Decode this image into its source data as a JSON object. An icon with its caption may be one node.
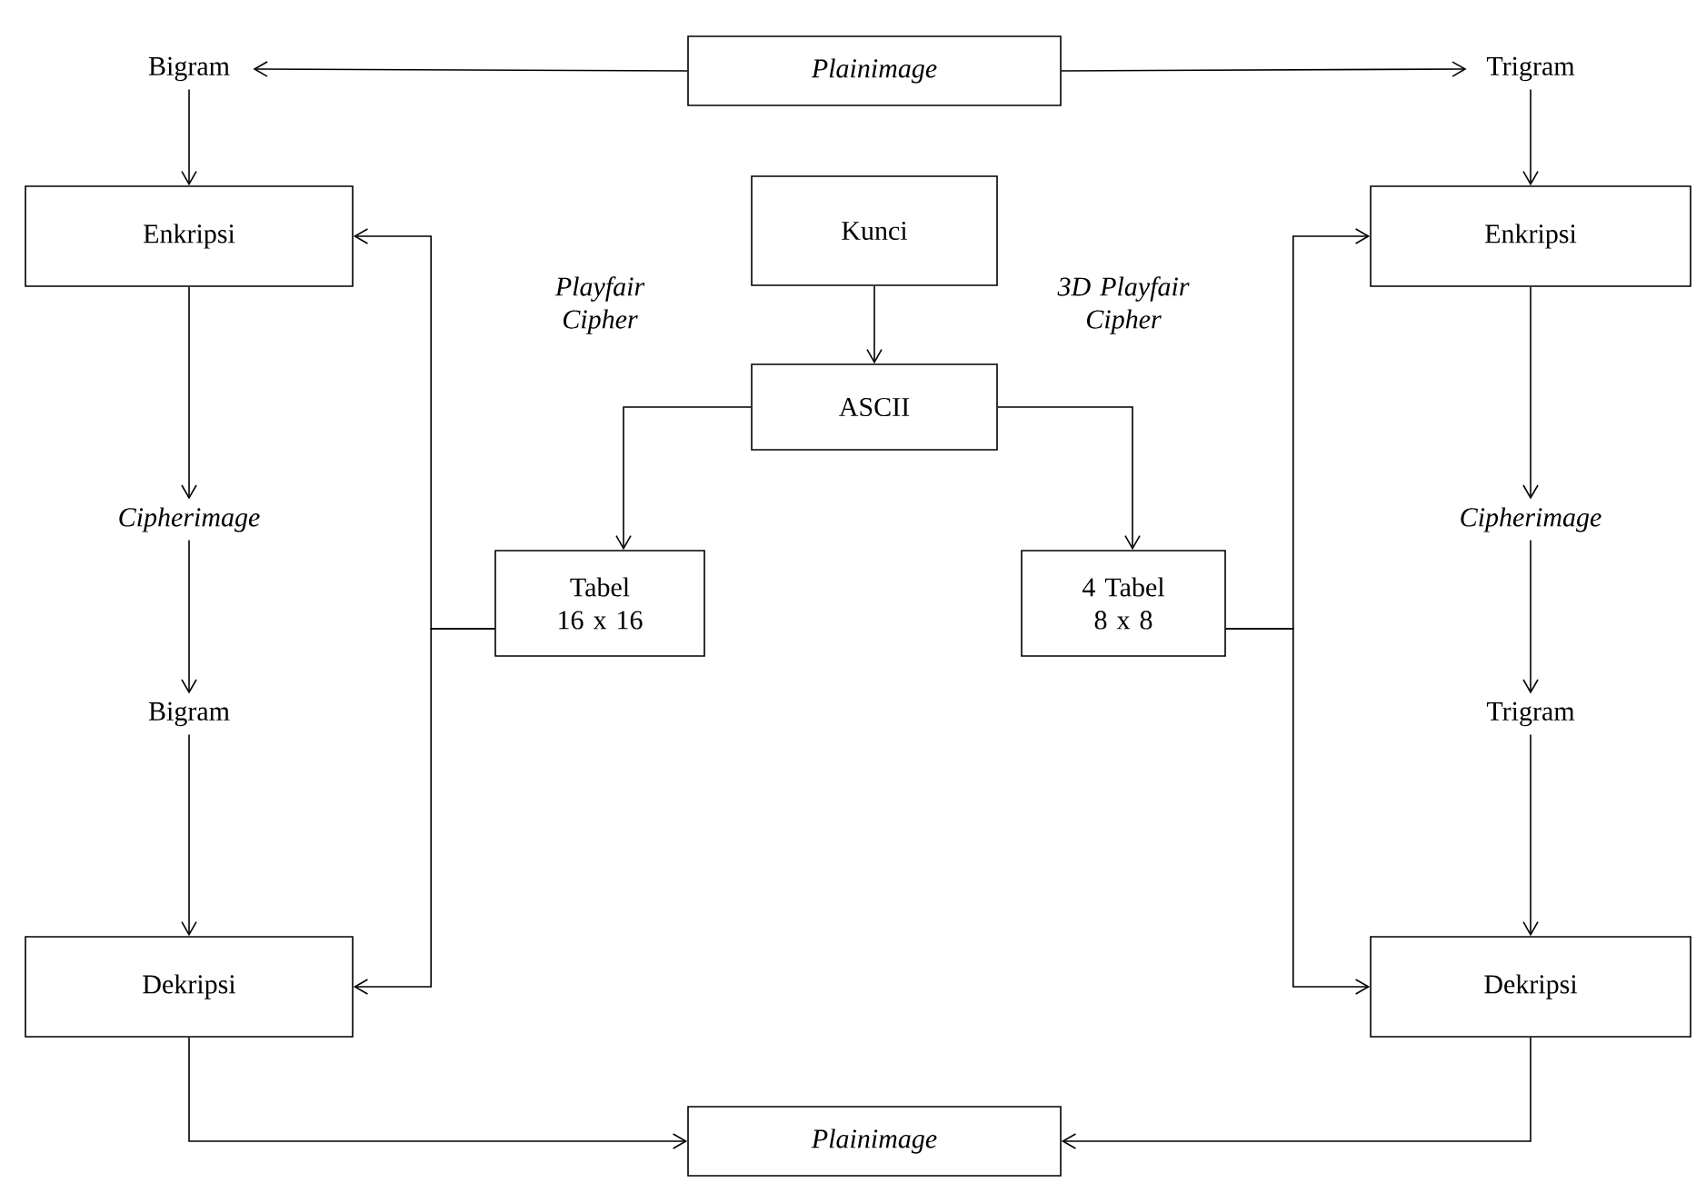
{
  "diagram": {
    "nodes": [
      {
        "text": [
          "Plainimage"
        ]
      },
      {
        "text": [
          "Bigram"
        ]
      },
      {
        "text": [
          "Trigram"
        ]
      },
      {
        "text": [
          "Enkripsi"
        ]
      },
      {
        "text": [
          "Kunci"
        ]
      },
      {
        "text": [
          "Enkripsi"
        ]
      },
      {
        "text": [
          "ASCII"
        ]
      },
      {
        "text": [
          "Cipherimage"
        ]
      },
      {
        "text": [
          "Cipherimage"
        ]
      },
      {
        "text": [
          "Tabel 16 x 16"
        ]
      },
      {
        "text": [
          "4 Tabel 8 x 8"
        ]
      },
      {
        "text": [
          "Bigram"
        ]
      },
      {
        "text": [
          "Trigram"
        ]
      },
      {
        "text": [
          "Dekripsi"
        ]
      },
      {
        "text": [
          "Dekripsi"
        ]
      },
      {
        "text": [
          "Plainimage"
        ]
      }
    ],
    "edges": [
      {
        "from": 0,
        "to": 1,
        "arrow": "to"
      },
      {
        "from": 0,
        "to": 2,
        "arrow": "to"
      },
      {
        "from": 1,
        "to": 3,
        "arrow": "to"
      },
      {
        "from": 2,
        "to": 5,
        "arrow": "to"
      },
      {
        "from": 3,
        "to": 7,
        "arrow": "to"
      },
      {
        "from": 7,
        "to": 11,
        "arrow": "to"
      },
      {
        "from": 11,
        "to": 13,
        "arrow": "to"
      },
      {
        "from": 5,
        "to": 8,
        "arrow": "to"
      },
      {
        "from": 8,
        "to": 12,
        "arrow": "to"
      },
      {
        "from": 12,
        "to": 14,
        "arrow": "to"
      },
      {
        "from": 4,
        "to": 6,
        "arrow": "to"
      },
      {
        "from": 6,
        "to": 9,
        "arrow": "to",
        "label": "Playfair Cipher"
      },
      {
        "from": 6,
        "to": 10,
        "arrow": "to",
        "label": "3D Playfair Cipher"
      },
      {
        "from": 9,
        "to": 3,
        "arrow": "to"
      },
      {
        "from": 9,
        "to": 13,
        "arrow": "to"
      },
      {
        "from": 10,
        "to": 5,
        "arrow": "to"
      },
      {
        "from": 10,
        "to": 14,
        "arrow": "to"
      },
      {
        "from": 13,
        "to": 15,
        "arrow": "to"
      },
      {
        "from": 14,
        "to": 15,
        "arrow": "to"
      }
    ]
  }
}
